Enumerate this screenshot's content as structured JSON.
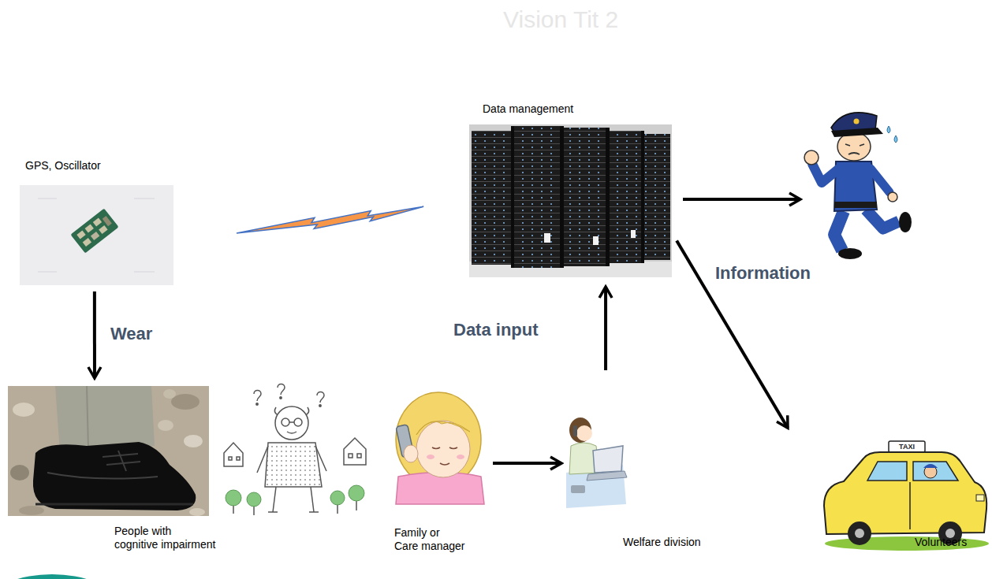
{
  "diagram": {
    "title": "Vision Tit 2",
    "nodes": [
      {
        "text": [
          "GPS, Oscillator"
        ]
      },
      {
        "text": [
          "Data management"
        ]
      },
      {
        "text": [
          "People with cognitive impairment"
        ]
      },
      {
        "text": [
          "Family or Care manager"
        ]
      },
      {
        "text": [
          "Welfare division"
        ]
      },
      {
        "text": [
          "Volunteers"
        ]
      }
    ],
    "edges": [
      {
        "from": 0,
        "to": 2,
        "label": "Wear",
        "arrow": "to"
      },
      {
        "from": 0,
        "to": 1,
        "arrow": "none"
      },
      {
        "from": 3,
        "to": 4,
        "arrow": "to"
      },
      {
        "from": 4,
        "to": 1,
        "label": "Data input",
        "arrow": "to"
      },
      {
        "from": 1,
        "to": 5,
        "label": "Information",
        "arrow": "to"
      }
    ],
    "labels": [
      "TAXI"
    ]
  }
}
